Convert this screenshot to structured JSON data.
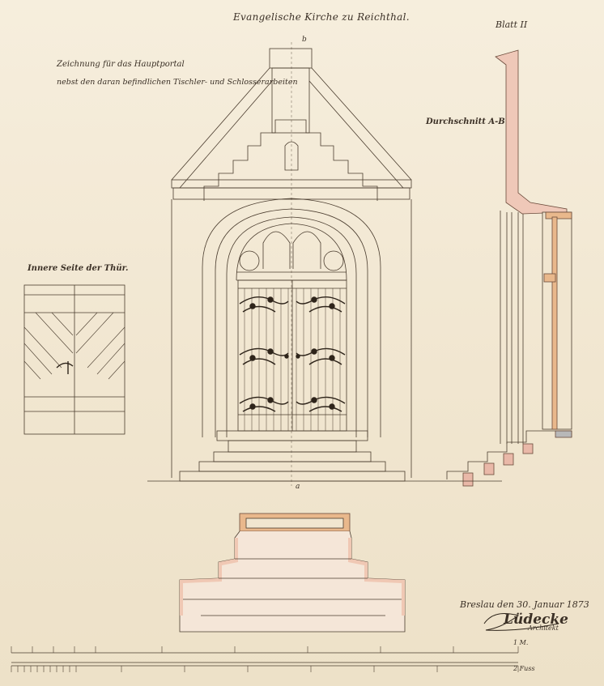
{
  "drawing": {
    "title": "Evangelische Kirche zu Reichthal.",
    "sheet_number": "Blatt II",
    "description_line1": "Zeichnung für das Hauptportal",
    "description_line2": "nebst den daran befindlichen Tischler- und Schlosserarbeiten",
    "inner_side_label": "Innere Seite der Thür.",
    "section_label": "Durchschnitt A-B",
    "mark_a": "a",
    "mark_b": "b",
    "date_line": "Breslau den 30. Januar 1873",
    "signature": "Lüdecke",
    "signature_sub": "Architekt",
    "scale_label_top": "1 M.",
    "scale_label_bottom": "2 Fuss"
  }
}
